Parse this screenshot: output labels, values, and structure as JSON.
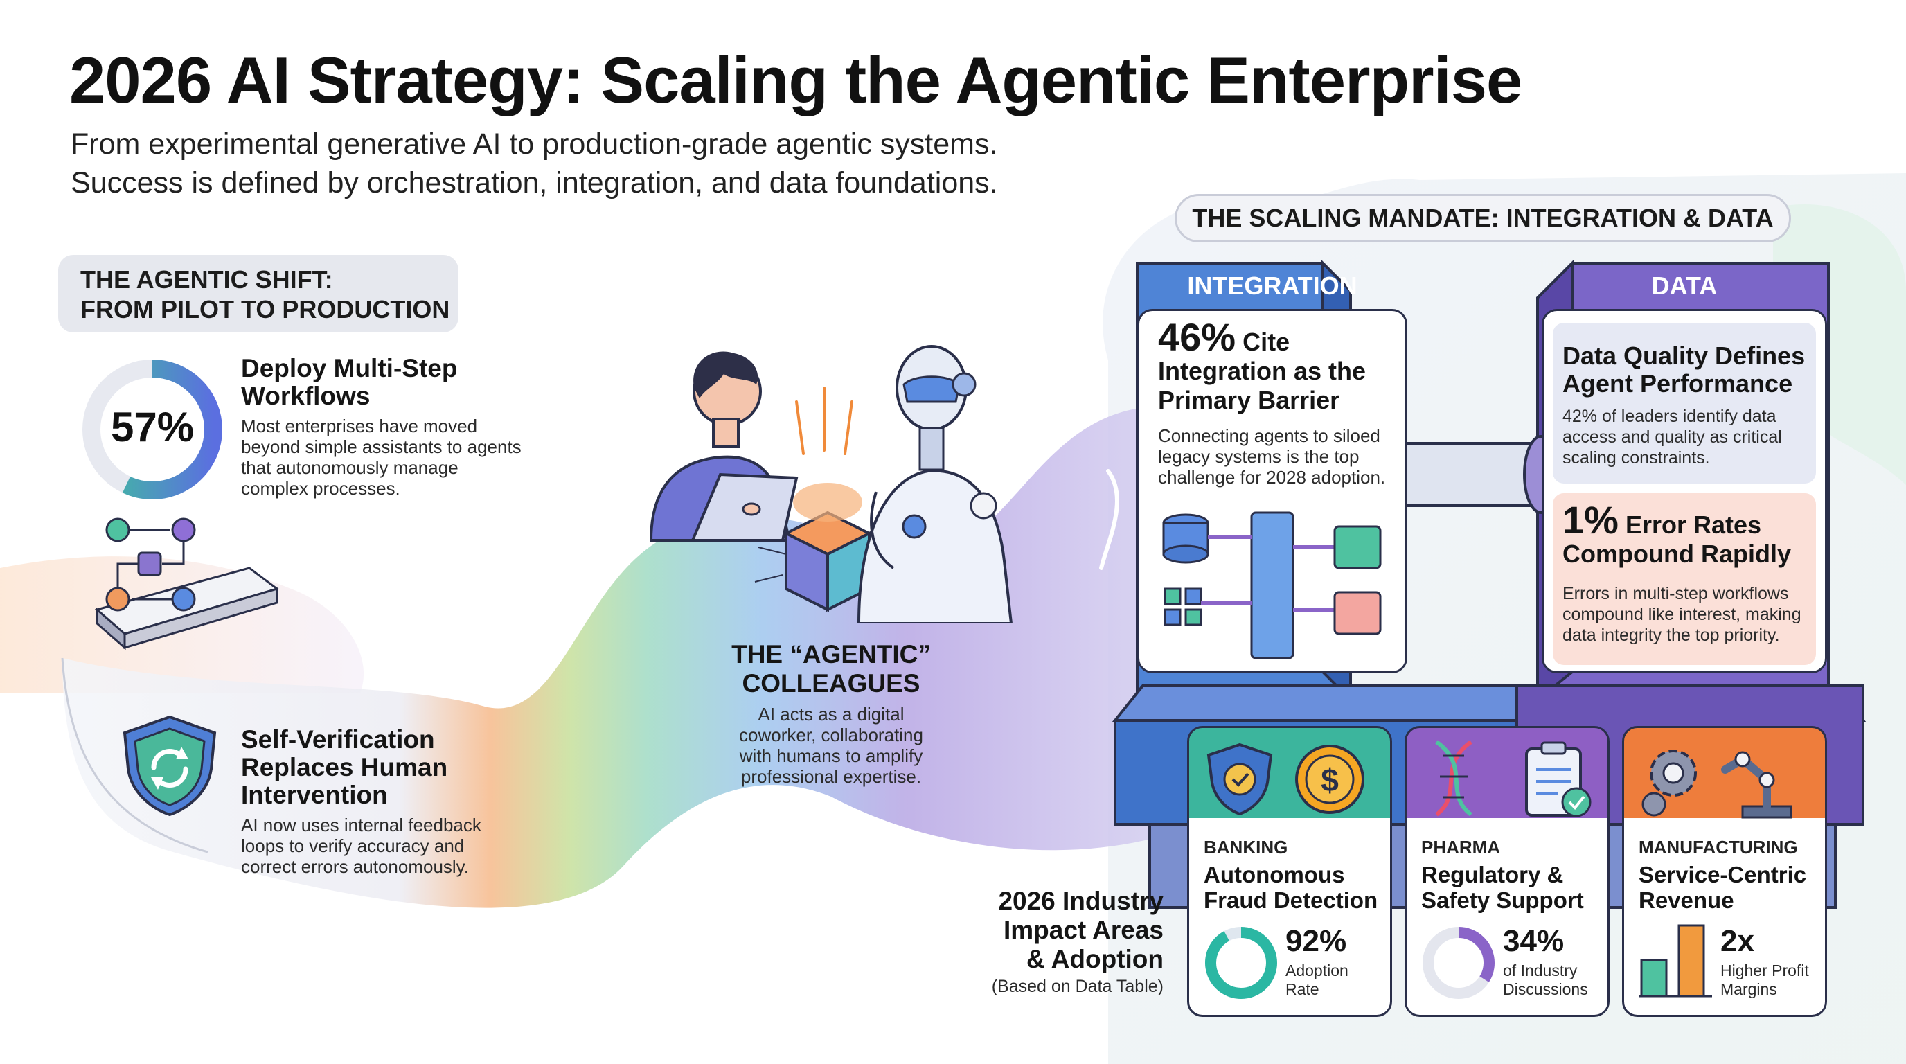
{
  "header": {
    "title": "2026 AI Strategy: Scaling the Agentic Enterprise",
    "subtitle_line1": "From experimental generative AI to production-grade agentic systems.",
    "subtitle_line2": "Success is defined by orchestration, integration, and data foundations."
  },
  "left": {
    "pill_line1": "THE AGENTIC SHIFT:",
    "pill_line2": "FROM PILOT TO PRODUCTION",
    "stat1": {
      "value": "57%",
      "fraction": 0.57,
      "title_line1": "Deploy Multi-Step",
      "title_line2": "Workflows",
      "body": [
        "Most enterprises have moved",
        "beyond simple assistants to agents",
        "that autonomously manage",
        "complex processes."
      ]
    },
    "stat2": {
      "title": [
        "Self-Verification",
        "Replaces Human",
        "Intervention"
      ],
      "body": [
        "AI now uses internal feedback",
        "loops to verify accuracy and",
        "correct errors autonomously."
      ]
    }
  },
  "center": {
    "title_line1": "THE “AGENTIC”",
    "title_line2": "COLLEAGUES",
    "body": [
      "AI acts as a digital",
      "coworker, collaborating",
      "with humans to amplify",
      "professional expertise."
    ]
  },
  "mandate": {
    "pill": "THE SCALING MANDATE: INTEGRATION & DATA",
    "integration": {
      "header": "INTEGRATION",
      "stat": "46%",
      "stat_text": "Cite",
      "title_line1": "Integration as the",
      "title_line2": "Primary Barrier",
      "body": [
        "Connecting agents to siloed",
        "legacy systems is the top",
        "challenge for 2028 adoption."
      ]
    },
    "data": {
      "header": "DATA",
      "box1_title": [
        "Data Quality Defines",
        "Agent Performance"
      ],
      "box1_body": [
        "42% of leaders identify data",
        "access and quality as critical",
        "scaling constraints."
      ],
      "box2_stat": "1%",
      "box2_stat_text": "Error Rates",
      "box2_title2": "Compound Rapidly",
      "box2_body": [
        "Errors in multi-step workflows",
        "compound like interest, making",
        "data integrity the top priority."
      ]
    }
  },
  "industry": {
    "label": [
      "2026 Industry",
      "Impact Areas",
      "& Adoption"
    ],
    "note": "(Based on Data Table)",
    "cards": [
      {
        "sector": "BANKING",
        "title": [
          "Autonomous",
          "Fraud Detection"
        ],
        "value": "92%",
        "fraction": 0.92,
        "caption": [
          "Adoption",
          "Rate"
        ],
        "color": "#2bb7a3",
        "header_color": "#3cb59d"
      },
      {
        "sector": "PHARMA",
        "title": [
          "Regulatory &",
          "Safety Support"
        ],
        "value": "34%",
        "fraction": 0.34,
        "caption": [
          "of Industry",
          "Discussions"
        ],
        "color": "#8a64c8",
        "header_color": "#8e5fc4"
      },
      {
        "sector": "MANUFACTURING",
        "title": [
          "Service-Centric",
          "Revenue"
        ],
        "value": "2x",
        "caption": [
          "Higher Profit",
          "Margins"
        ],
        "color": "#ef8a3a",
        "header_color": "#ee7d3c"
      }
    ]
  },
  "colors": {
    "integration_blue": "#3f73c9",
    "data_purple": "#6a55b5",
    "ring_green": "#3ebf9f",
    "ring_blue": "#5774e0",
    "error_box": "#fbe0d8",
    "quality_box": "#e6e9f4"
  }
}
